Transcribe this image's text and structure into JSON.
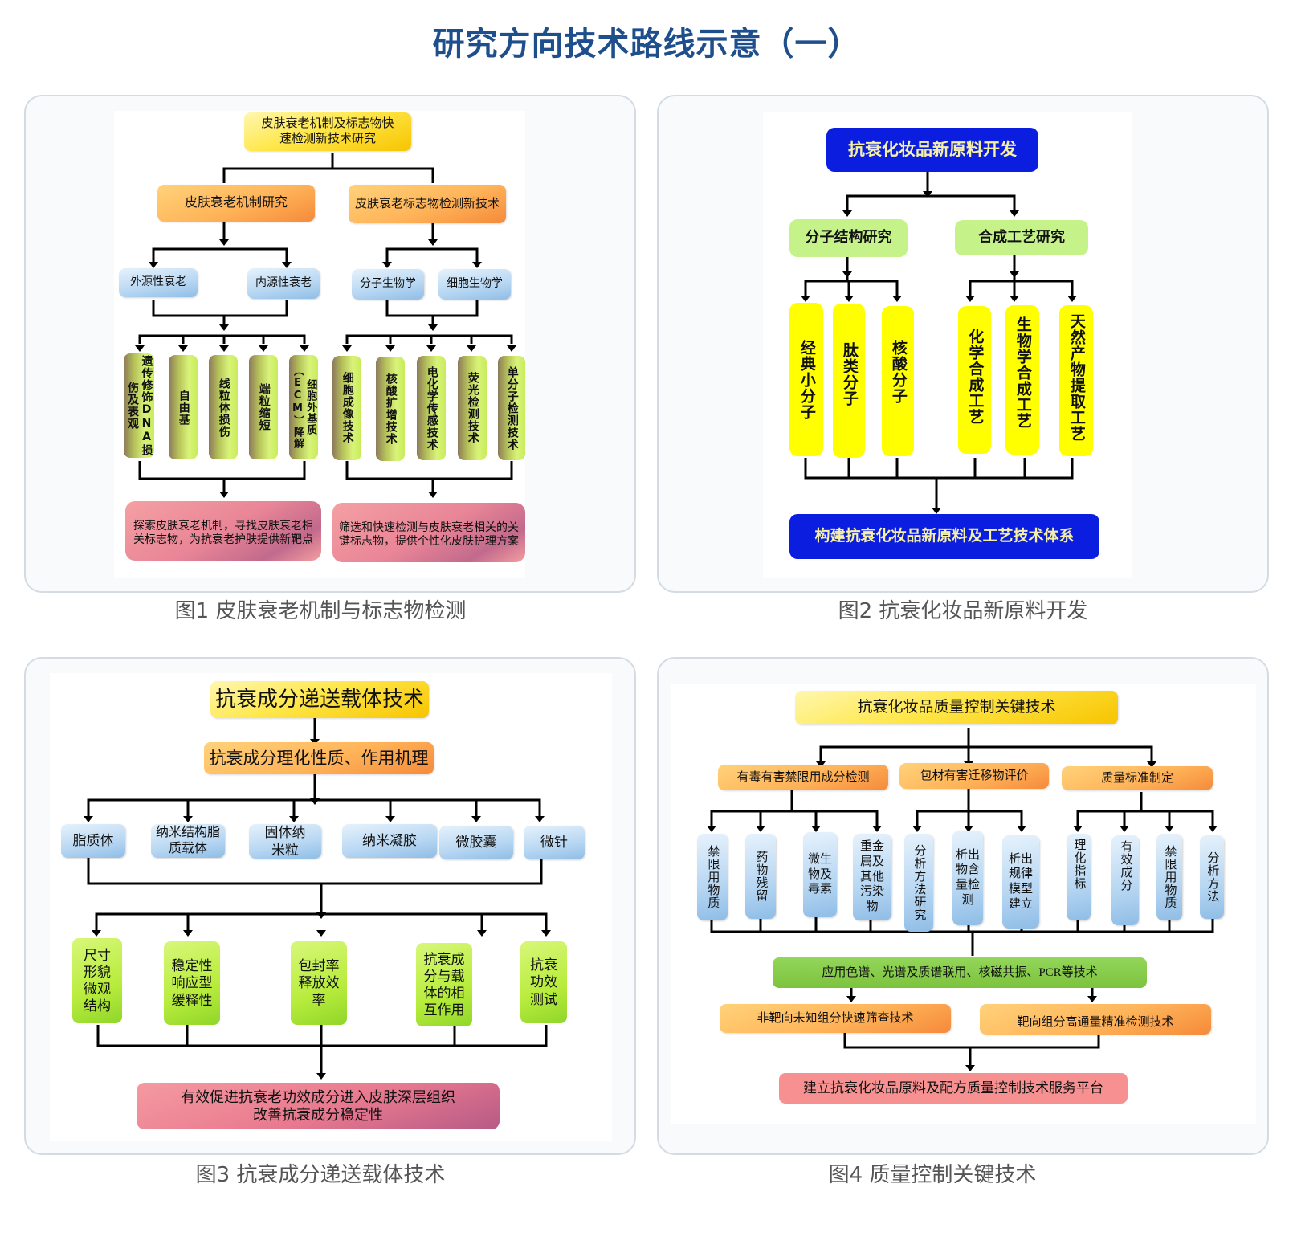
{
  "page": {
    "title": "研究方向技术路线示意（一）"
  },
  "fig1": {
    "caption": "图1 皮肤衰老机制与标志物检测",
    "root": "皮肤衰老机制及标志物快速检测新技术研究",
    "branches": [
      "皮肤衰老机制研究",
      "皮肤衰老标志物检测新技术"
    ],
    "sub": [
      "外源性衰老",
      "内源性衰老",
      "分子生物学",
      "细胞生物学"
    ],
    "left_items": [
      "遗传修饰DNA损伤及表观",
      "自由基",
      "线粒体损伤",
      "端粒缩短",
      "细胞外基质（ECM）降解"
    ],
    "right_items": [
      "细胞成像技术",
      "核酸扩增技术",
      "电化学传感技术",
      "荧光检测技术",
      "单分子检测技术"
    ],
    "outcomes": [
      "探索皮肤衰老机制，寻找皮肤衰老相关标志物，为抗衰老护肤提供新靶点",
      "筛选和快速检测与皮肤衰老相关的关键标志物，提供个性化皮肤护理方案"
    ]
  },
  "fig2": {
    "caption": "图2 抗衰化妆品新原料开发",
    "root": "抗衰化妆品新原料开发",
    "branches": [
      "分子结构研究",
      "合成工艺研究"
    ],
    "items": [
      "经典小分子",
      "肽类分子",
      "核酸分子",
      "化学合成工艺",
      "生物学合成工艺",
      "天然产物提取工艺"
    ],
    "outcome": "构建抗衰化妆品新原料及工艺技术体系"
  },
  "fig3": {
    "caption": "图3 抗衰成分递送载体技术",
    "root": "抗衰成分递送载体技术",
    "level2": "抗衰成分理化性质、作用机理",
    "carriers": [
      "脂质体",
      "纳米结构脂质载体",
      "固体纳米粒",
      "纳米凝胶",
      "微胶囊",
      "微针"
    ],
    "evaluations": [
      "尺寸形貌微观结构",
      "稳定性响应型缓释性",
      "包封率释放效率",
      "抗衰成分与载体的相互作用",
      "抗衰功效测试"
    ],
    "outcome": [
      "有效促进抗衰老功效成分进入皮肤深层组织",
      "改善抗衰成分稳定性"
    ]
  },
  "fig4": {
    "caption": "图4 质量控制关键技术",
    "root": "抗衰化妆品质量控制关键技术",
    "branches": [
      "有毒有害禁限用成分检测",
      "包材有害迁移物评价",
      "质量标准制定"
    ],
    "items": [
      "禁限用物质",
      "药物残留",
      "微生物及毒素",
      "重金属及其他污染物",
      "分析方法研究",
      "析出物含量检测",
      "析出规律模型建立",
      "理化指标",
      "有效成分",
      "禁限用物质",
      "分析方法"
    ],
    "technique": "应用色谱、光谱及质谱联用、核磁共振、PCR等技术",
    "methods": [
      "非靶向未知组分快速筛查技术",
      "靶向组分高通量精准检测技术"
    ],
    "outcome": "建立抗衰化妆品原料及配方质量控制技术服务平台"
  }
}
